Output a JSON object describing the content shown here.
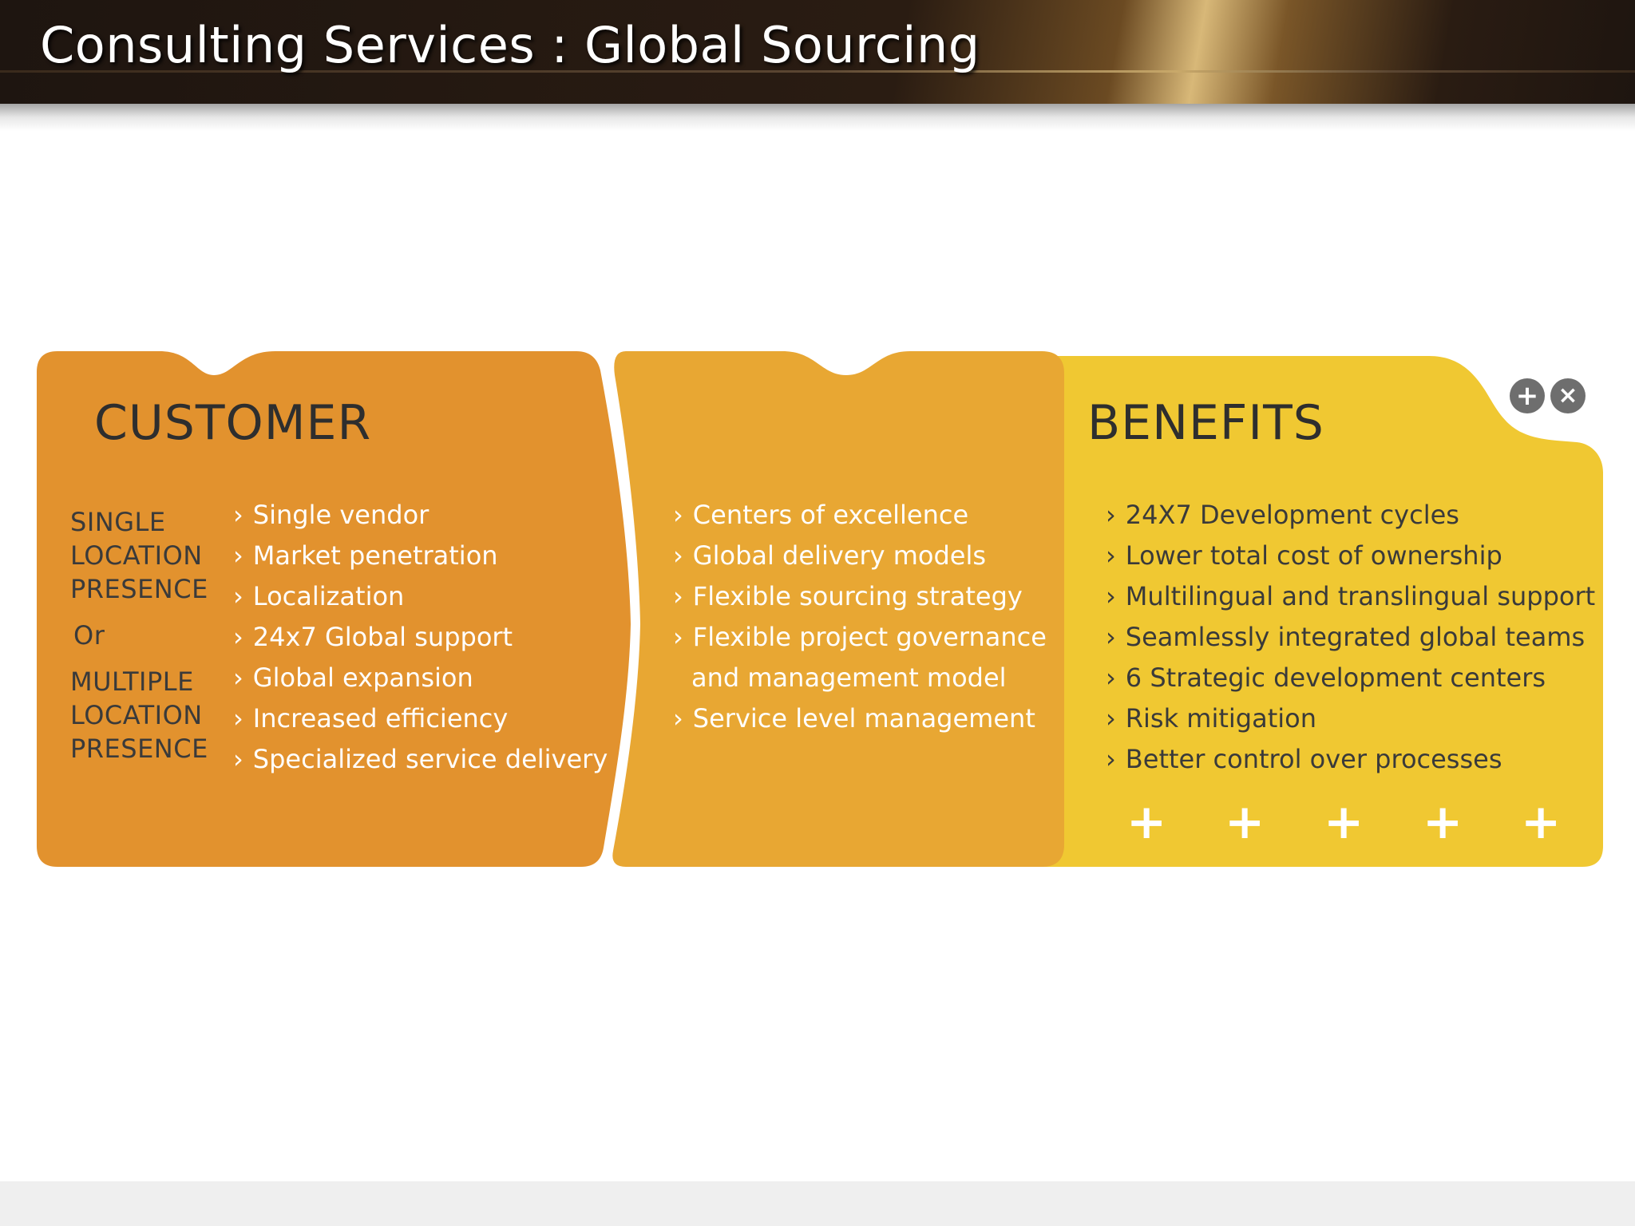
{
  "title": "Consulting Services : Global Sourcing",
  "customer": {
    "title": "CUSTOMER",
    "presence": [
      "SINGLE",
      "LOCATION",
      "PRESENCE",
      "Or",
      "MULTIPLE",
      "LOCATION",
      "PRESENCE"
    ],
    "items": [
      "Single vendor",
      "Market penetration",
      "Localization",
      "24x7 Global support",
      "Global expansion",
      "Increased efficiency",
      "Specialized service delivery"
    ]
  },
  "middle": {
    "items": [
      "Centers of excellence",
      "Global delivery models",
      "Flexible sourcing strategy",
      "Flexible project governance",
      "and management model",
      "Service level management"
    ]
  },
  "benefits": {
    "title": "BENEFITS",
    "items": [
      "24X7 Development cycles",
      "Lower total cost of ownership",
      "Multilingual and translingual support",
      "Seamlessly integrated global teams",
      "6 Strategic development centers",
      "Risk mitigation",
      "Better control over processes"
    ],
    "plus_symbol": "+",
    "add_symbol": "+",
    "close_symbol": "×"
  },
  "colors": {
    "customer_panel": "#e2922e",
    "middle_panel": "#e8a733",
    "benefits_panel": "#f0c832",
    "header_dark": "#1e1510"
  }
}
